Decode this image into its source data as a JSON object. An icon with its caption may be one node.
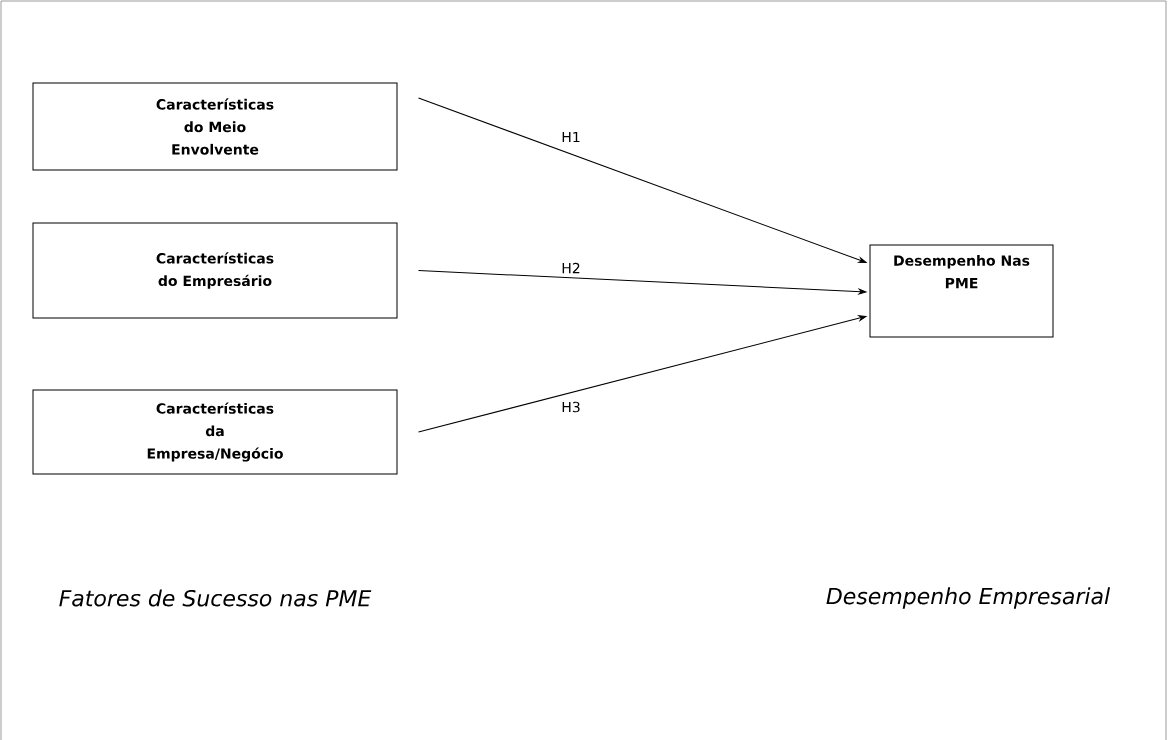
{
  "diagram": {
    "nodes": [
      {
        "text": [
          "Características do Meio Envolvente"
        ]
      },
      {
        "text": [
          "Características do Empresário"
        ]
      },
      {
        "text": [
          "Características da Empresa/Negócio"
        ]
      },
      {
        "text": [
          "Desempenho Nas PME"
        ]
      }
    ],
    "edges": [
      {
        "from": 0,
        "to": 3,
        "arrow": "to",
        "label": "H1"
      },
      {
        "from": 1,
        "to": 3,
        "arrow": "to",
        "label": "H2"
      },
      {
        "from": 2,
        "to": 3,
        "arrow": "to",
        "label": "H3"
      }
    ],
    "labels": [
      "Fatores de Sucesso nas PME",
      "Desempenho Empresarial"
    ]
  }
}
